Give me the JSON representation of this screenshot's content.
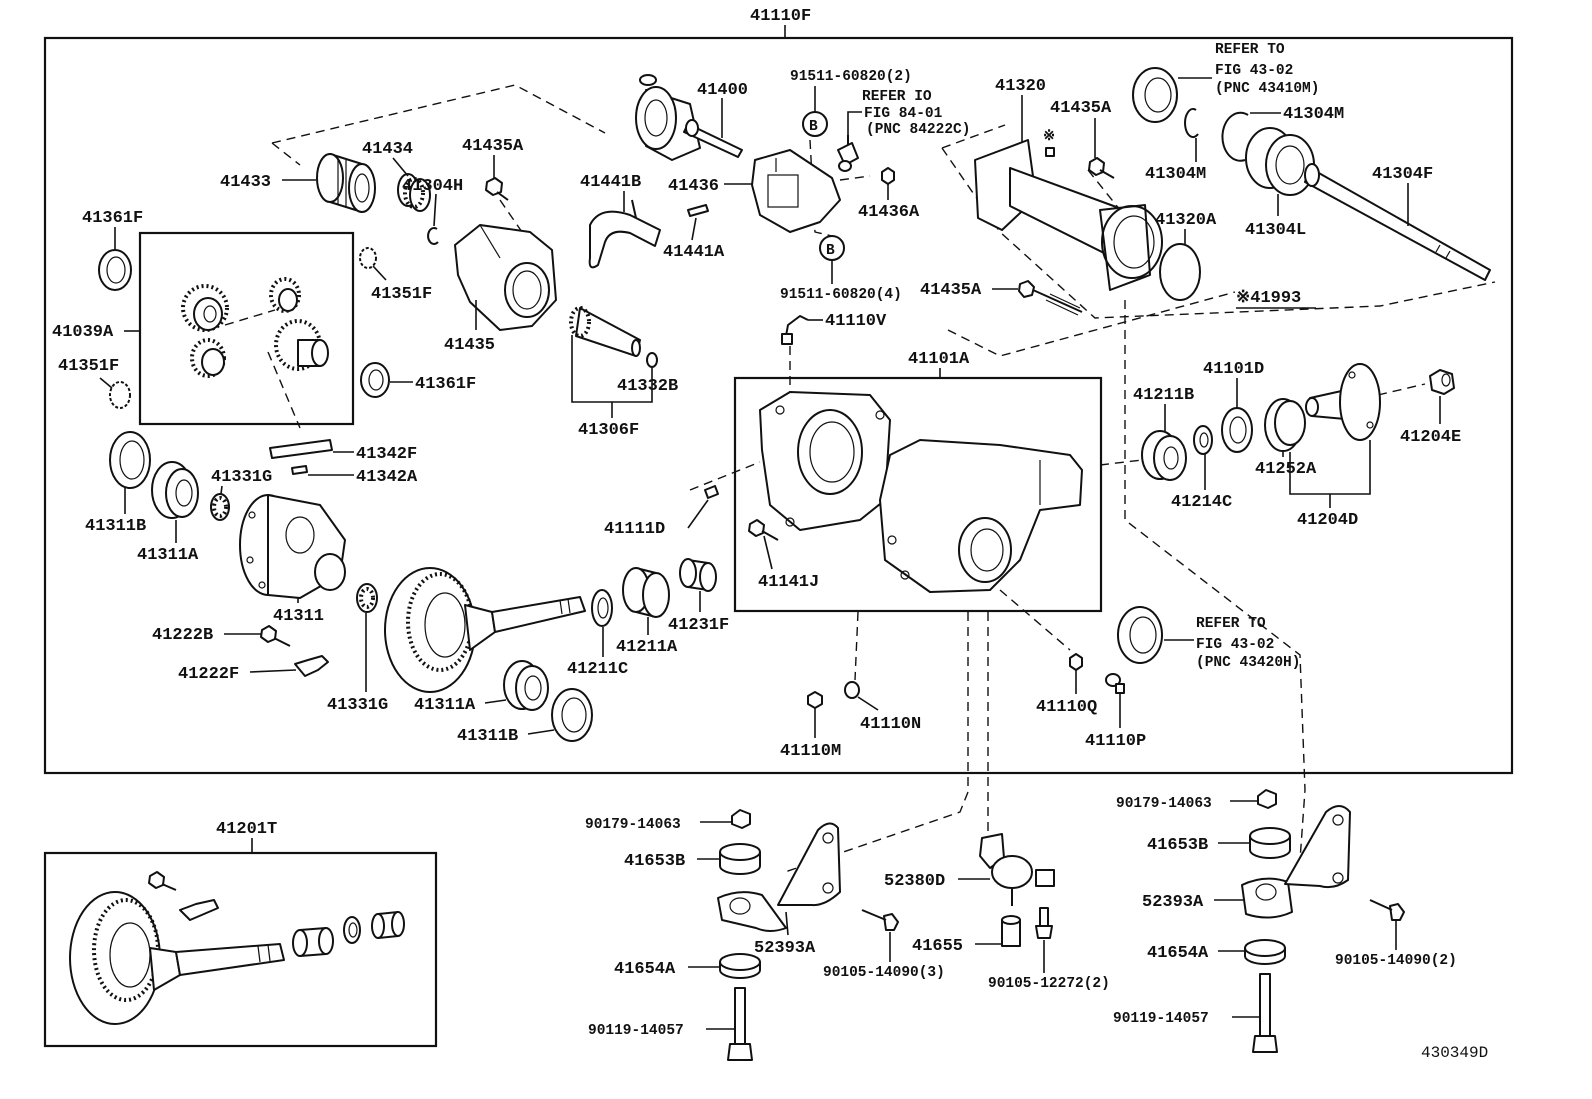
{
  "title": "41110F",
  "sub_assembly": "41201T",
  "figure_id": "430349D",
  "markers": {
    "b_upper": "B",
    "b_lower": "B",
    "asterisk": "※"
  },
  "notes": {
    "refer_seal_upper": [
      "REFER TO",
      "FIG 43-02",
      "(PNC 43410M)"
    ],
    "refer_sensor": [
      "REFER IO",
      "FIG 84-01",
      "(PNC 84222C)"
    ],
    "refer_seal_lower": [
      "REFER TO",
      "FIG 43-02",
      "(PNC 43420H)"
    ]
  },
  "callouts": [
    "41400",
    "91511-60820(2)",
    "41320",
    "41435A",
    "41304M",
    "41434",
    "41435A",
    "41433",
    "41304H",
    "41441B",
    "41436",
    "41436A",
    "41304M",
    "41304F",
    "41361F",
    "41320A",
    "41304L",
    "41441A",
    "91511-60820(4)",
    "41435A",
    "※41993",
    "41351F",
    "41039A",
    "41110V",
    "41435",
    "41101A",
    "41351F",
    "41101D",
    "41361F",
    "41332B",
    "41211B",
    "41204E",
    "41306F",
    "41342F",
    "41342A",
    "41331G",
    "41252A",
    "41214C",
    "41311B",
    "41111D",
    "41204D",
    "41311A",
    "41141J",
    "41231F",
    "41311",
    "41222B",
    "41211A",
    "41211C",
    "41222F",
    "41331G",
    "41311A",
    "41110Q",
    "41110N",
    "41110P",
    "41311B",
    "41110M",
    "90179-14063",
    "90179-14063",
    "41653B",
    "41653B",
    "52380D",
    "52393A",
    "52393A",
    "41655",
    "90105-14090(3)",
    "90105-12272(2)",
    "41654A",
    "41654A",
    "90105-14090(2)",
    "90119-14057",
    "90119-14057"
  ]
}
